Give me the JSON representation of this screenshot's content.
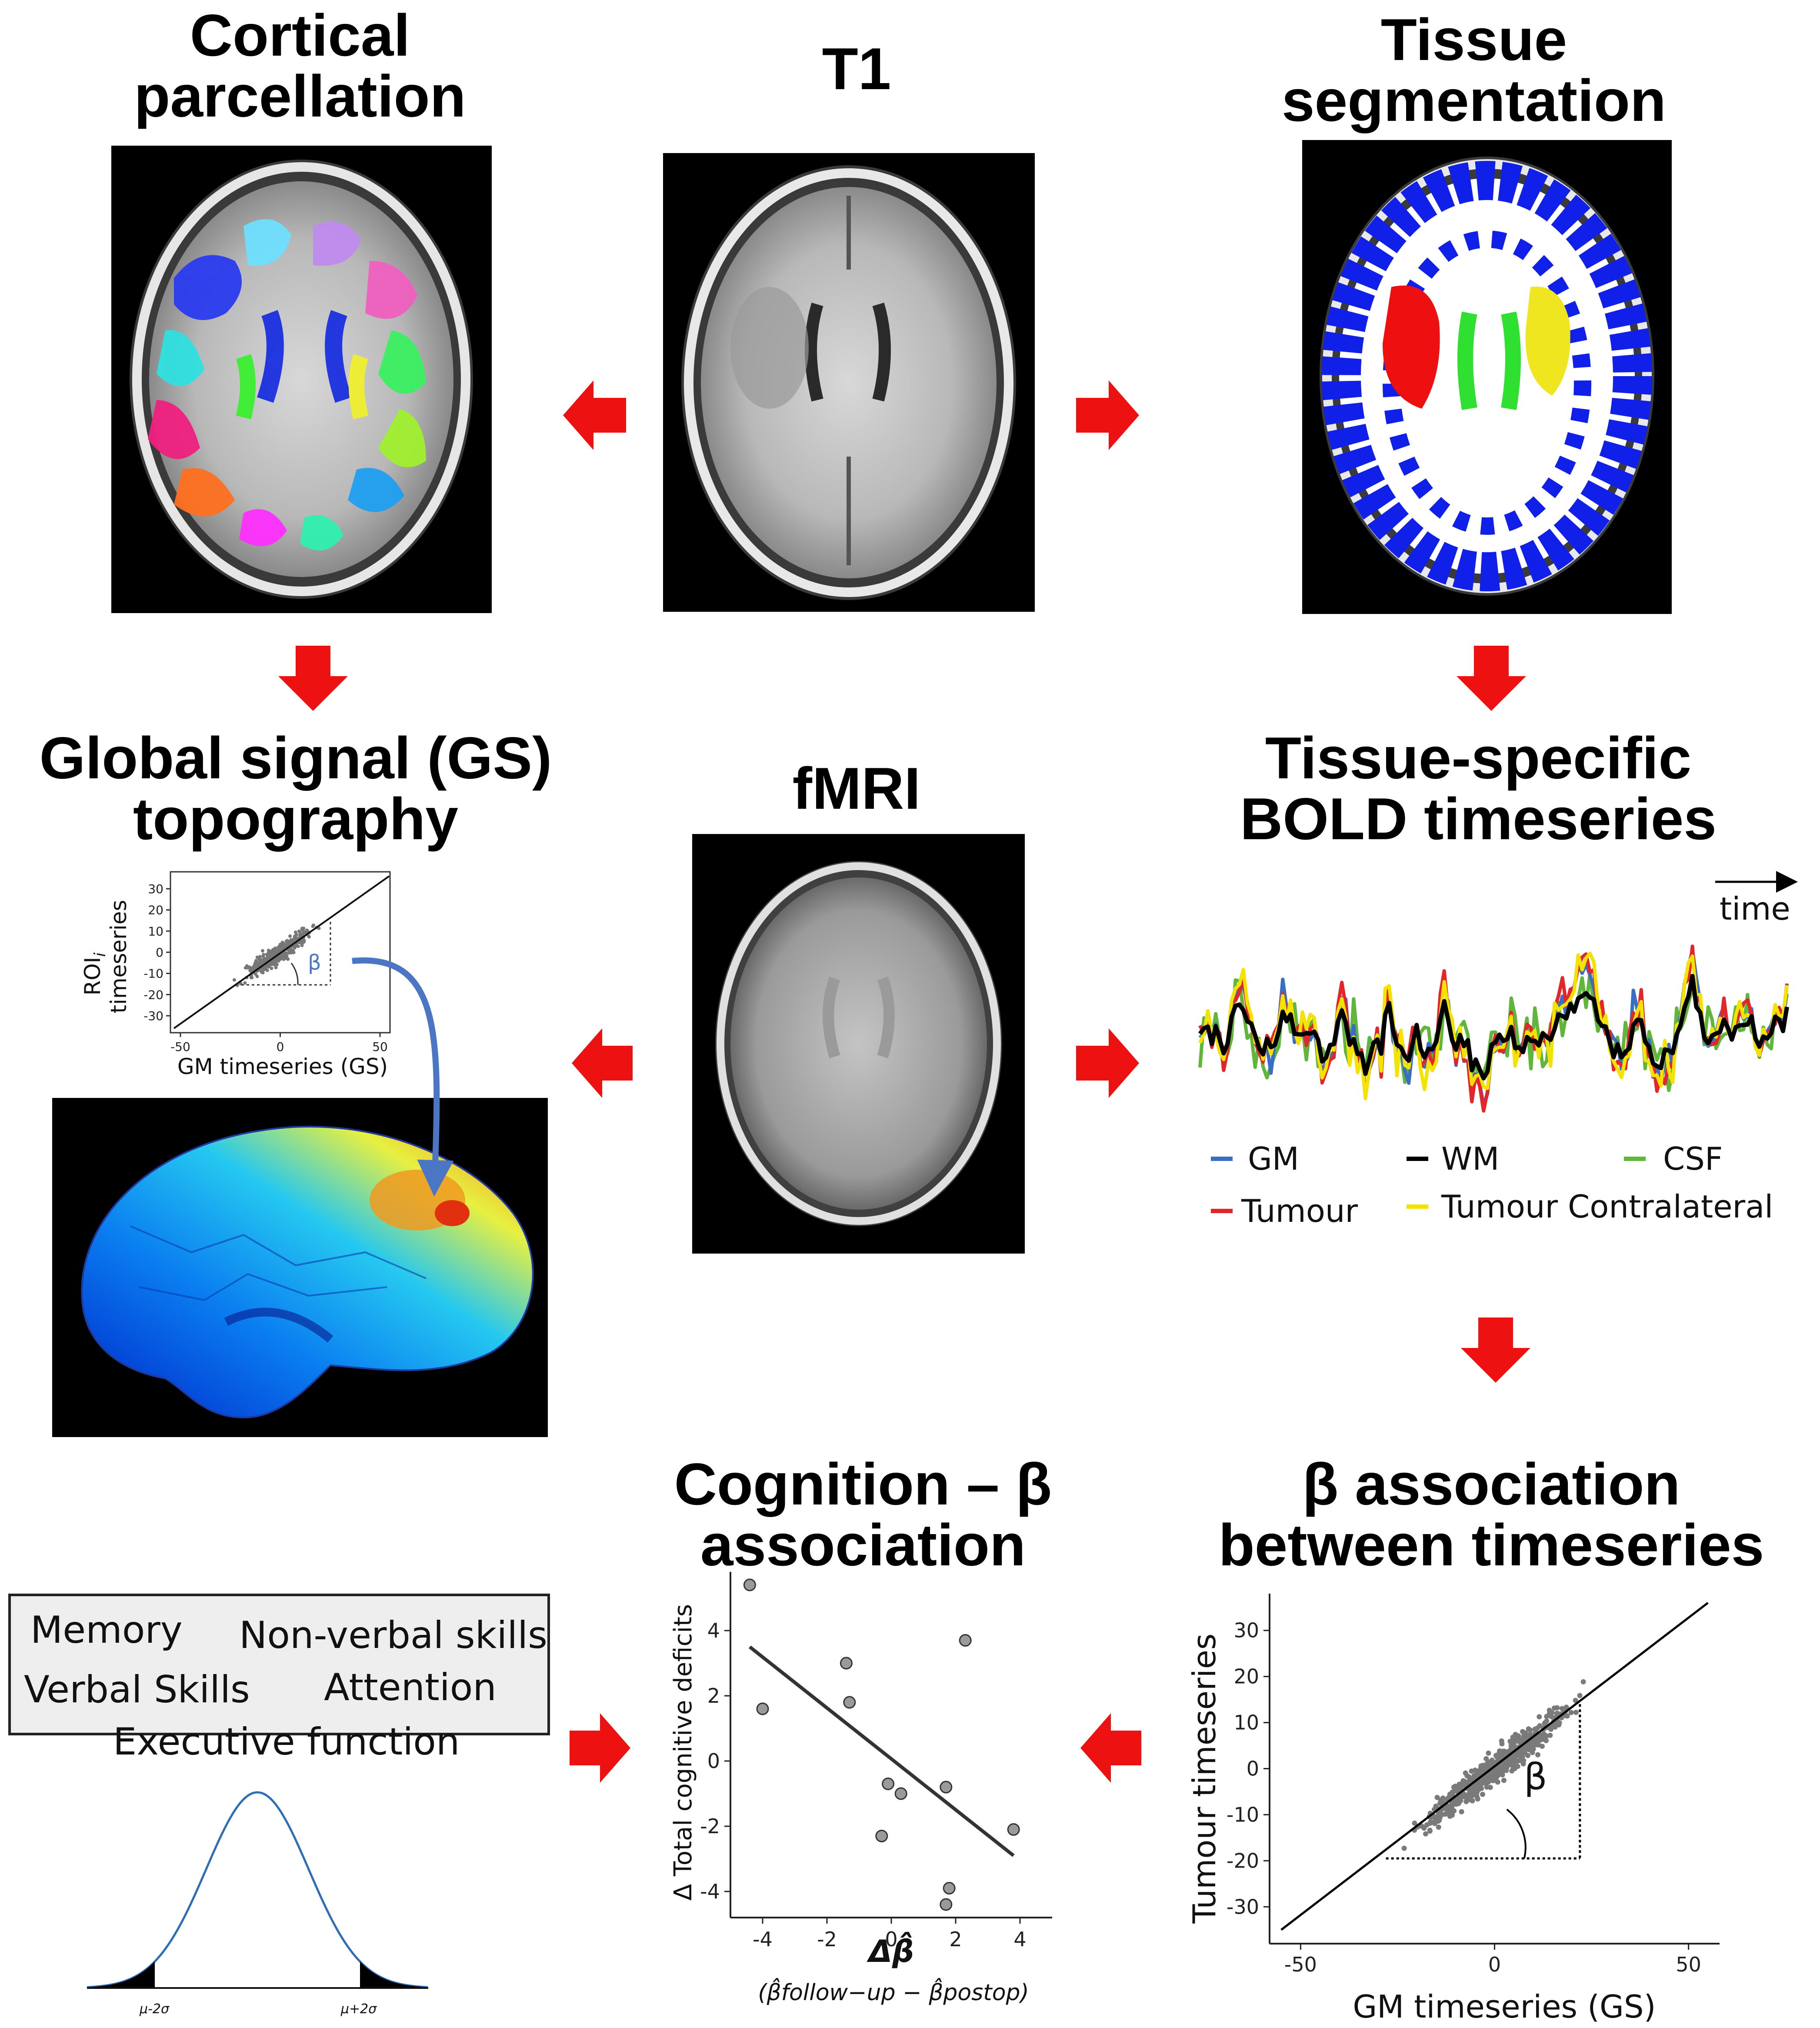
{
  "titles": {
    "cortical": [
      "Cortical",
      "parcellation"
    ],
    "t1": "T1",
    "tissue": [
      "Tissue",
      "segmentation"
    ],
    "gs": [
      "Global signal (GS)",
      "topography"
    ],
    "fmri": "fMRI",
    "bold": [
      "Tissue-specific",
      "BOLD timeseries"
    ],
    "cognition": [
      "Cognition – β",
      "association"
    ],
    "beta_assoc": [
      "β association",
      "between timeseries"
    ]
  },
  "gs_scatter": {
    "ylabel_line1": "ROI",
    "ylabel_sub": "i",
    "ylabel_line2": "timeseries",
    "xlabel": "GM timeseries (GS)",
    "beta": "β",
    "yticks": [
      "30",
      "20",
      "10",
      "0",
      "-10",
      "-20",
      "-30"
    ],
    "xticks": [
      "-50",
      "0",
      "50"
    ]
  },
  "bold": {
    "time_label": "time",
    "legend": [
      "GM",
      "WM",
      "CSF",
      "Tumour",
      "Tumour Contralateral"
    ],
    "colors": {
      "GM": "#3a6ec4",
      "WM": "#000000",
      "CSF": "#5fb63a",
      "Tumour": "#e4262b",
      "Tumour Contralateral": "#f4e200"
    }
  },
  "cognition_box": [
    "Memory",
    "Non-verbal skills",
    "Verbal Skills",
    "Attention",
    "Executive function"
  ],
  "bell": {
    "left_tick": "μ-2σ",
    "right_tick": "μ+2σ"
  },
  "chart_data": [
    {
      "type": "scatter",
      "title": "",
      "xlabel": "Δβ̂",
      "xlabel_sub": "(β̂follow−up − β̂postop)",
      "ylabel": "Δ  Total cognitive deficits",
      "xlim": [
        -5,
        5
      ],
      "ylim": [
        -4.8,
        5.8
      ],
      "xticks": [
        -4,
        -2,
        0,
        2,
        4
      ],
      "yticks": [
        4,
        2,
        0,
        -2,
        -4
      ],
      "points": [
        [
          -4.4,
          5.4
        ],
        [
          -4.0,
          1.6
        ],
        [
          -1.4,
          3.0
        ],
        [
          -1.3,
          1.8
        ],
        [
          2.3,
          3.7
        ],
        [
          -0.1,
          -0.7
        ],
        [
          0.3,
          -1.0
        ],
        [
          1.7,
          -0.8
        ],
        [
          3.8,
          -2.1
        ],
        [
          -0.3,
          -2.3
        ],
        [
          1.8,
          -3.9
        ],
        [
          1.7,
          -4.4
        ]
      ],
      "fit": [
        [
          -4.4,
          3.5
        ],
        [
          3.8,
          -2.9
        ]
      ]
    },
    {
      "type": "scatter",
      "title": "",
      "xlabel": "GM timeseries (GS)",
      "ylabel": "Tumour timeseries",
      "xlim": [
        -58,
        58
      ],
      "ylim": [
        -38,
        38
      ],
      "xticks": [
        -50,
        0,
        50
      ],
      "yticks": [
        30,
        20,
        10,
        0,
        -10,
        -20,
        -30
      ],
      "fit": [
        [
          -55,
          -35
        ],
        [
          55,
          36
        ]
      ],
      "beta": "β"
    }
  ]
}
